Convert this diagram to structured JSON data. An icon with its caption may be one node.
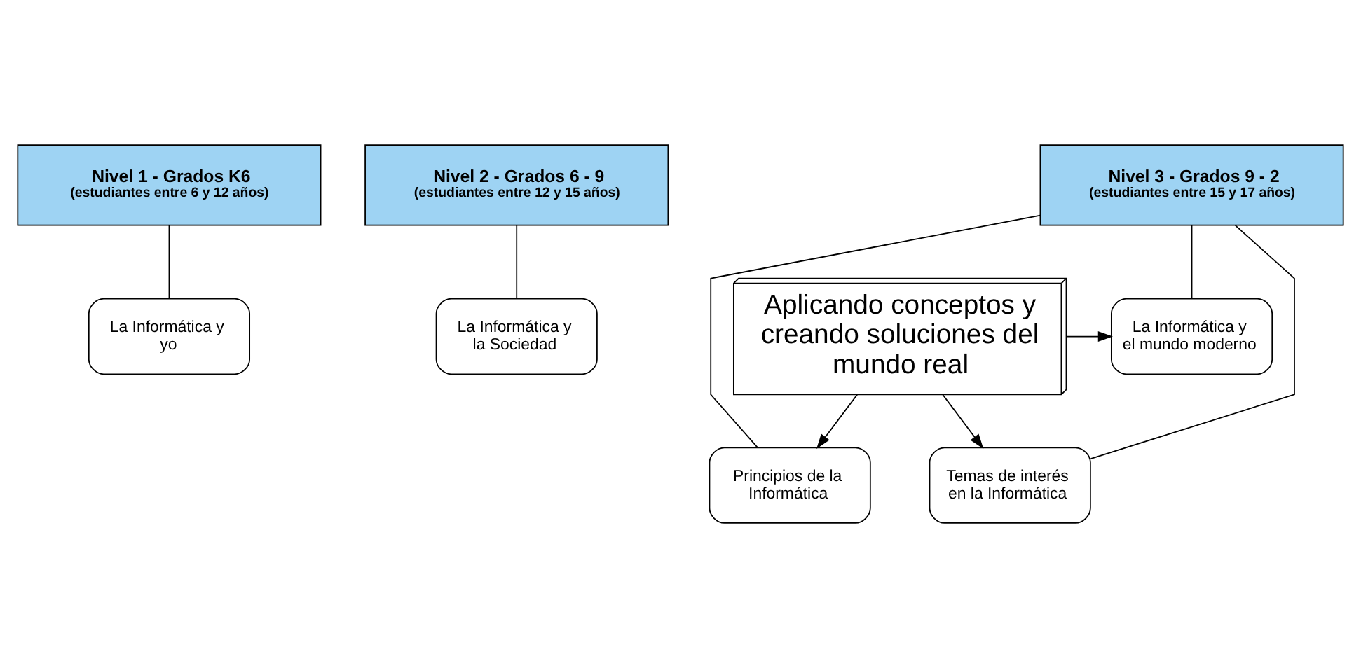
{
  "diagram": {
    "nodes": [
      {
        "text": [
          "Nivel 1 - Grados K6",
          "(estudiantes entre 6 y 12 años)"
        ]
      },
      {
        "text": [
          "Nivel 2 - Grados 6 - 9",
          "(estudiantes entre 12 y 15 años)"
        ]
      },
      {
        "text": [
          "Nivel 3 - Grados 9 - 2",
          "(estudiantes entre 15 y 17 años)"
        ]
      },
      {
        "text": [
          "La Informática y yo"
        ]
      },
      {
        "text": [
          "La Informática y la Sociedad"
        ]
      },
      {
        "text": [
          "La Informática y el mundo moderno"
        ]
      },
      {
        "text": [
          "Aplicando conceptos y creando soluciones del mundo real"
        ]
      },
      {
        "text": [
          "Principios de la Informática"
        ]
      },
      {
        "text": [
          "Temas de interés en la Informática"
        ]
      }
    ],
    "edges": [
      {
        "from": 0,
        "to": 3,
        "arrow": "none"
      },
      {
        "from": 1,
        "to": 4,
        "arrow": "none"
      },
      {
        "from": 2,
        "to": 5,
        "arrow": "none"
      },
      {
        "from": 2,
        "to": 7,
        "arrow": "none"
      },
      {
        "from": 2,
        "to": 8,
        "arrow": "none"
      },
      {
        "from": 6,
        "to": 5,
        "arrow": "to"
      },
      {
        "from": 6,
        "to": 7,
        "arrow": "to"
      },
      {
        "from": 6,
        "to": 8,
        "arrow": "to"
      }
    ]
  }
}
